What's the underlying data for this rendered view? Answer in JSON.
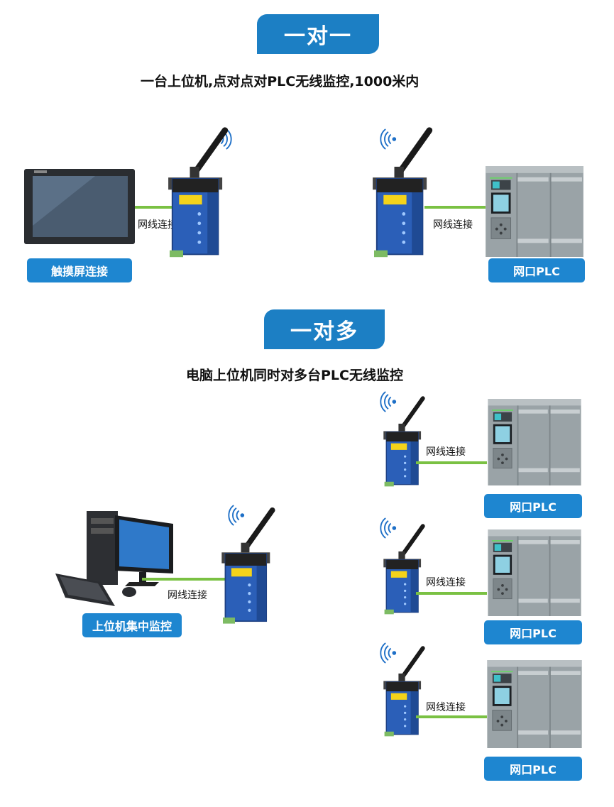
{
  "section1": {
    "badge": "一对一",
    "subtitle": "一台上位机,点对点对PLC无线监控,1000米内",
    "left_label": "触摸屏连接",
    "right_label": "网口PLC",
    "link_left": "网线连接",
    "link_right": "网线连接"
  },
  "section2": {
    "badge": "一对多",
    "subtitle": "电脑上位机同时对多台PLC无线监控",
    "pc_label": "上位机集中监控",
    "pc_link": "网线连接",
    "plc_units": [
      {
        "link": "网线连接",
        "label": "网口PLC"
      },
      {
        "link": "网线连接",
        "label": "网口PLC"
      },
      {
        "link": "网线连接",
        "label": "网口PLC"
      }
    ]
  },
  "colors": {
    "badge_blue": "#1c7fc4",
    "label_blue": "#1e86d0",
    "link_green": "#7ac143",
    "device_blue": "#2b5fb8",
    "plc_gray": "#9aa3a7"
  }
}
